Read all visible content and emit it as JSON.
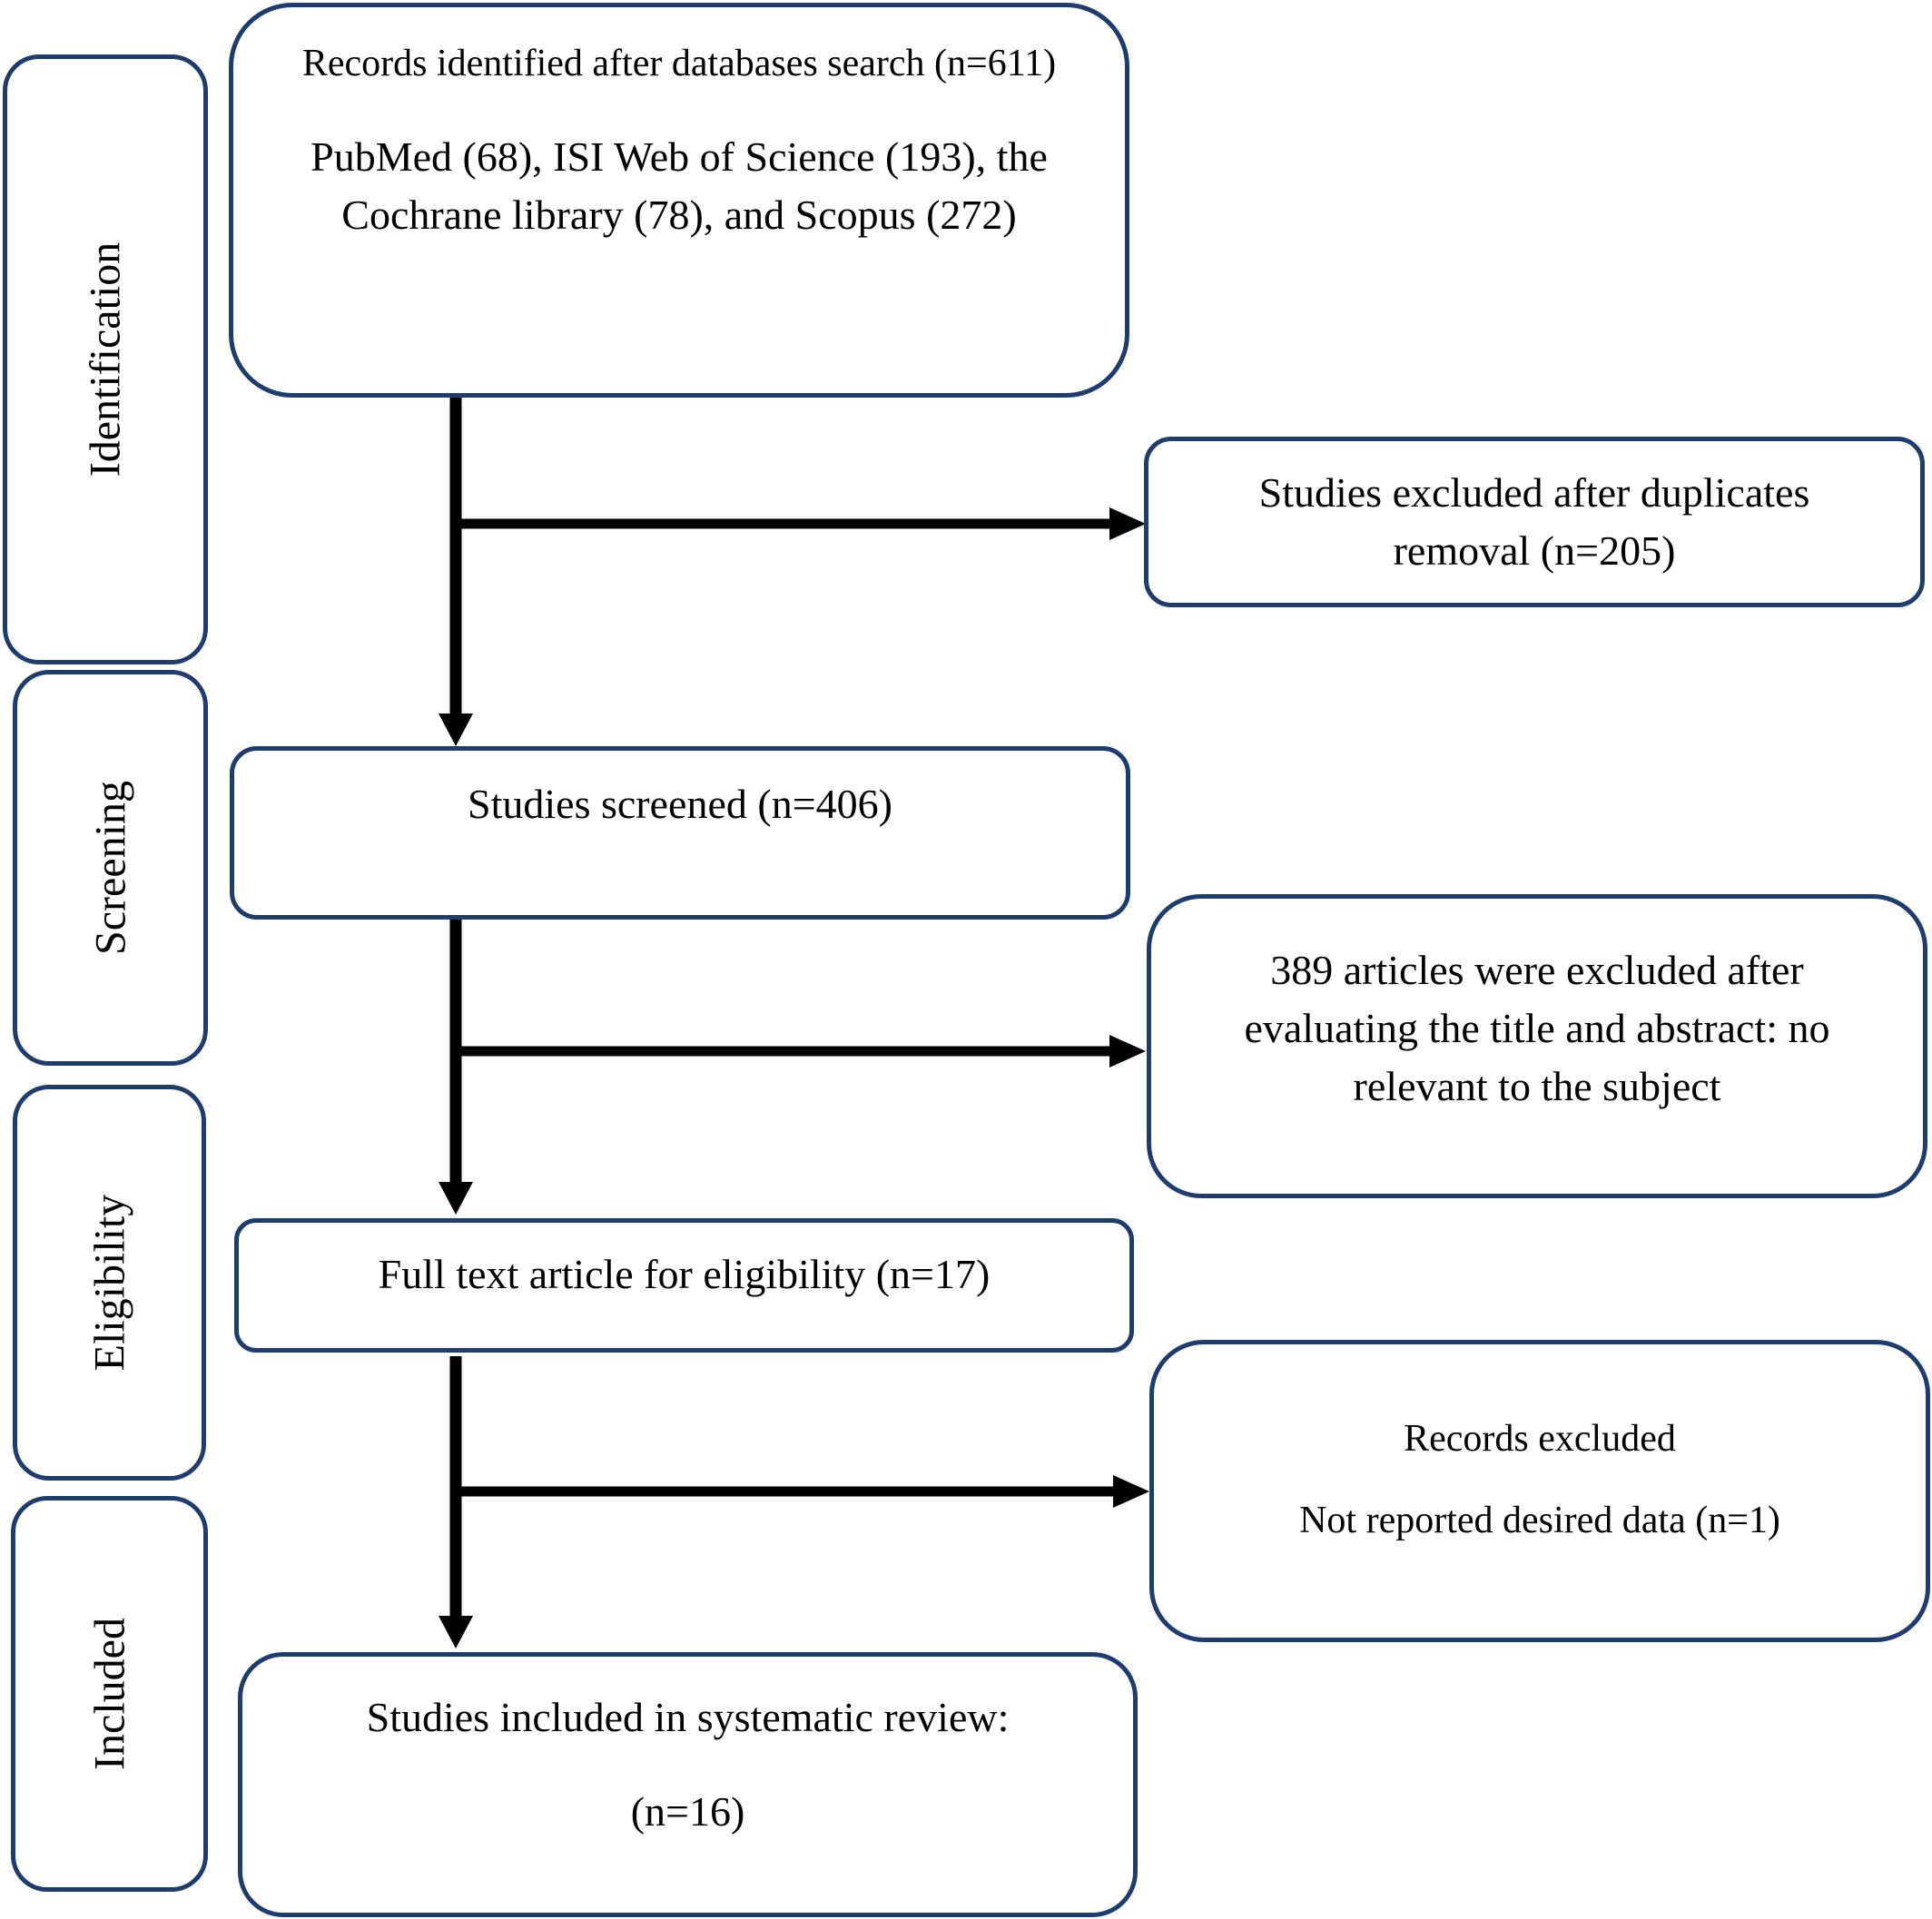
{
  "stages": {
    "identification": "Identification",
    "screening": "Screening",
    "eligibility": "Eligibility",
    "included": "Included"
  },
  "boxes": {
    "records_identified": {
      "line1": "Records identified after databases search (n=611)",
      "line2": "PubMed (68), ISI Web of Science (193), the",
      "line3": "Cochrane library (78), and Scopus (272)"
    },
    "duplicates_excluded": {
      "line1": "Studies excluded after duplicates",
      "line2": "removal (n=205)"
    },
    "screened": {
      "line1": "Studies screened (n=406)"
    },
    "title_abstract_excluded": {
      "line1": "389 articles were excluded after",
      "line2": "evaluating the title and abstract: no",
      "line3": "relevant to the subject"
    },
    "full_text": {
      "line1": "Full text article for eligibility (n=17)"
    },
    "records_excluded": {
      "line1": "Records excluded",
      "line2": "Not reported desired data (n=1)"
    },
    "included": {
      "line1": "Studies included in systematic review:",
      "line2": "(n=16)"
    }
  },
  "colors": {
    "box_border": "#1f3c6e",
    "arrow": "#000000"
  }
}
